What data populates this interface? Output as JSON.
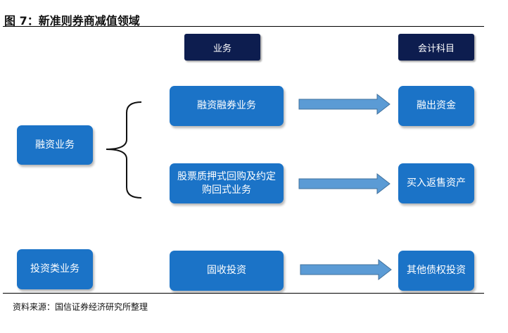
{
  "figure": {
    "title": "图 7：新准则券商减值领域",
    "source": "资料来源：国信证券经济研究所整理"
  },
  "headers": {
    "business": "业务",
    "account": "会计科目"
  },
  "nodes": {
    "margin_business": "融资业务",
    "margin_trading": "融资融券业务",
    "stock_pledge": "股票质押式回购及约定购回式业务",
    "lending_funds": "融出资金",
    "reverse_repo": "买入返售资产",
    "investment_business": "投资类业务",
    "fixed_income": "固收投资",
    "other_debt_investment": "其他债权投资"
  },
  "colors": {
    "box_fill": "#1b73c7",
    "header_fill": "#0d1d4f",
    "arrow_fill": "#5b9bd5",
    "arrow_stroke": "#41719c"
  }
}
